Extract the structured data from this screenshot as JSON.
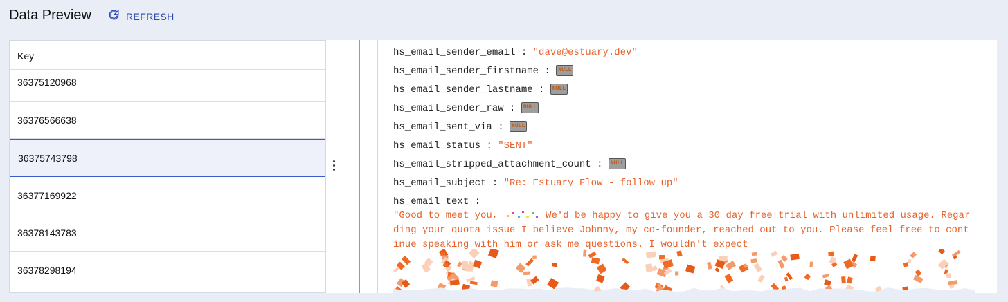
{
  "header": {
    "title": "Data Preview",
    "refresh_label": "REFRESH"
  },
  "keys": {
    "header": "Key",
    "rows": [
      "36375120968",
      "36376566638",
      "36375743798",
      "36377169922",
      "36378143783",
      "36378298194"
    ],
    "selected_index": 2
  },
  "document": {
    "fields": [
      {
        "key": "hs_email_sender_email",
        "value": "\"dave@estuary.dev\"",
        "is_null": false
      },
      {
        "key": "hs_email_sender_firstname",
        "value": "NULL",
        "is_null": true
      },
      {
        "key": "hs_email_sender_lastname",
        "value": "NULL",
        "is_null": true
      },
      {
        "key": "hs_email_sender_raw",
        "value": "NULL",
        "is_null": true
      },
      {
        "key": "hs_email_sent_via",
        "value": "NULL",
        "is_null": true
      },
      {
        "key": "hs_email_status",
        "value": "\"SENT\"",
        "is_null": false
      },
      {
        "key": "hs_email_stripped_attachment_count",
        "value": "NULL",
        "is_null": true
      },
      {
        "key": "hs_email_subject",
        "value": "\"Re: Estuary Flow - follow up\"",
        "is_null": false
      }
    ],
    "text_field": {
      "key": "hs_email_text",
      "value_start": "\"Good to meet you,",
      "value_rest": " We'd be happy to give you a 30 day free trial with unlimited usage. Regarding your quota issue I believe Johnny, my co-founder, reached out to you. Please feel free to continue speaking with him or ask me questions. I wouldn't expect"
    },
    "separator": ":"
  },
  "colors": {
    "accent": "#2b4ab8",
    "string_value": "#e8622a",
    "selected_border": "#3b5bd0",
    "background": "#e9edf6"
  }
}
